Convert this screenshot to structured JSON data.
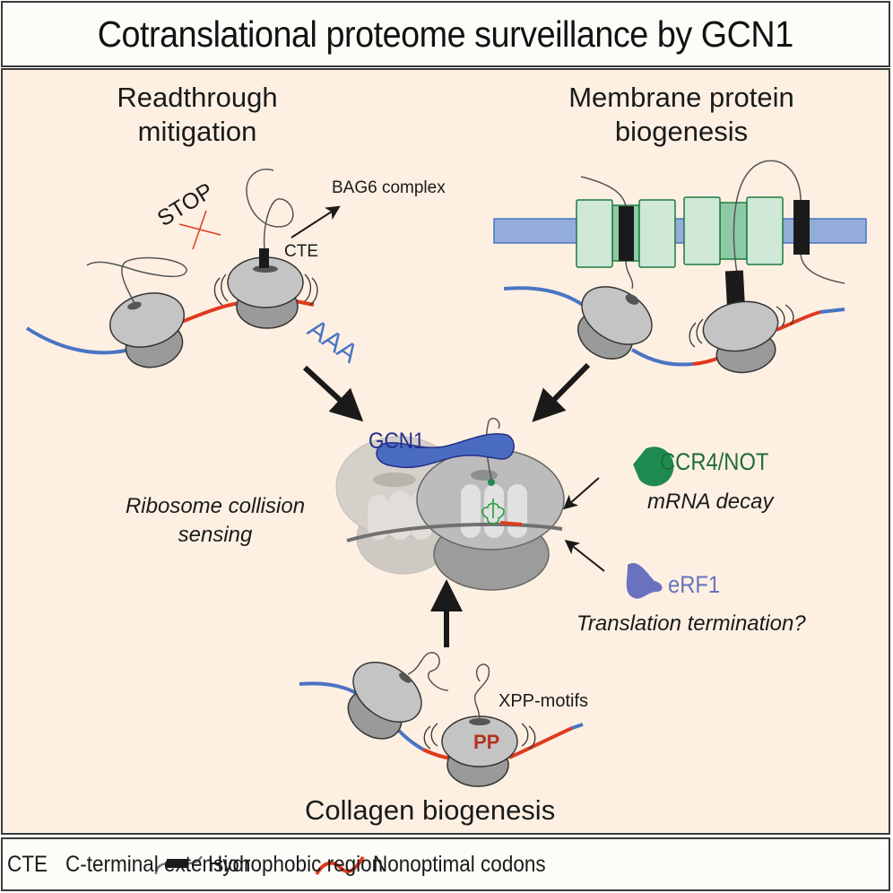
{
  "title": "Cotranslational proteome surveillance by GCN1",
  "sections": {
    "readthrough": {
      "title_line1": "Readthrough",
      "title_line2": "mitigation",
      "stop_label": "STOP",
      "cte_label": "CTE",
      "bag6_label": "BAG6 complex",
      "polyA_label": "AAA"
    },
    "membrane": {
      "title_line1": "Membrane protein",
      "title_line2": "biogenesis"
    },
    "center": {
      "gcn1_label": "GCN1",
      "collision_line1": "Ribosome collision",
      "collision_line2": "sensing",
      "ccr4_label": "CCR4/NOT",
      "ccr4_desc": "mRNA decay",
      "erf1_label": "eRF1",
      "erf1_desc": "Translation termination?"
    },
    "collagen": {
      "xpp_label": "XPP-motifs",
      "pp_label": "PP",
      "title": "Collagen biogenesis"
    }
  },
  "legend": {
    "cte_abbr": "CTE",
    "cte_full": "C-terminal extension",
    "hydrophobic": "Hydrophobic region",
    "nonoptimal": "Nonoptimal codons"
  },
  "colors": {
    "background": "#fdf0e2",
    "mrna_blue": "#4a74c4",
    "nonoptimal_red": "#e03a1e",
    "gcn1_blue": "#4a6cc0",
    "gcn1_text": "#262f8a",
    "ccr4_green": "#1f8a50",
    "ccr4_text": "#1e6e35",
    "erf1_purple": "#6a72c0",
    "pp_red": "#b3341a",
    "membrane_blue": "#93acd9",
    "tm_green_fill": "#cfe8d8",
    "tm_green_dark": "#8ec9a6",
    "tm_green_stroke": "#1d7a3c",
    "ribosome_light": "#c4c4c4",
    "ribosome_dark": "#9a9a9a"
  }
}
